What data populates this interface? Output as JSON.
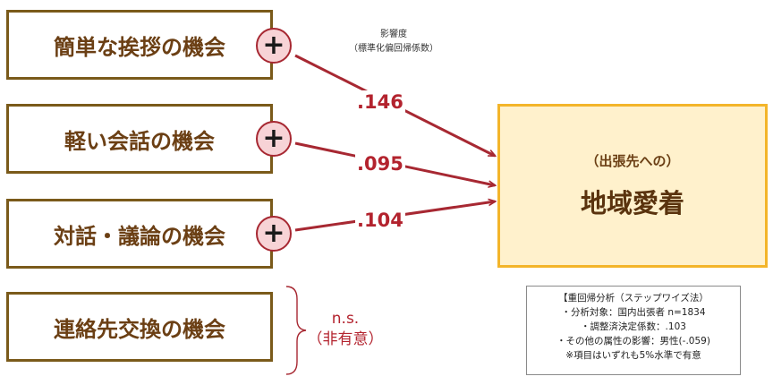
{
  "legend": {
    "line1": "影響度",
    "line2": "（標準化偏回帰係数）"
  },
  "factors": [
    {
      "label": "簡単な挨拶の機会",
      "sign": "+",
      "coef": ".146"
    },
    {
      "label": "軽い会話の機会",
      "sign": "+",
      "coef": ".095"
    },
    {
      "label": "対話・議論の機会",
      "sign": "+",
      "coef": ".104"
    },
    {
      "label": "連絡先交換の機会"
    }
  ],
  "nonsig": {
    "line1": "n.s.",
    "line2": "（非有意）"
  },
  "target": {
    "sub": "（出張先への）",
    "main": "地域愛着"
  },
  "note": {
    "title": "【重回帰分析（ステップワイズ法）",
    "line1": "・分析対象：国内出張者 n=1834",
    "line2": "・調整済決定係数：.103",
    "line3": "・その他の属性の影響：男性(-.059)",
    "line4": "※項目はいずれも5%水準で有意"
  },
  "colors": {
    "box_border": "#7a5a1a",
    "arrow": "#a72832",
    "target_fill": "#fff1cc",
    "target_border": "#f3b52a"
  }
}
